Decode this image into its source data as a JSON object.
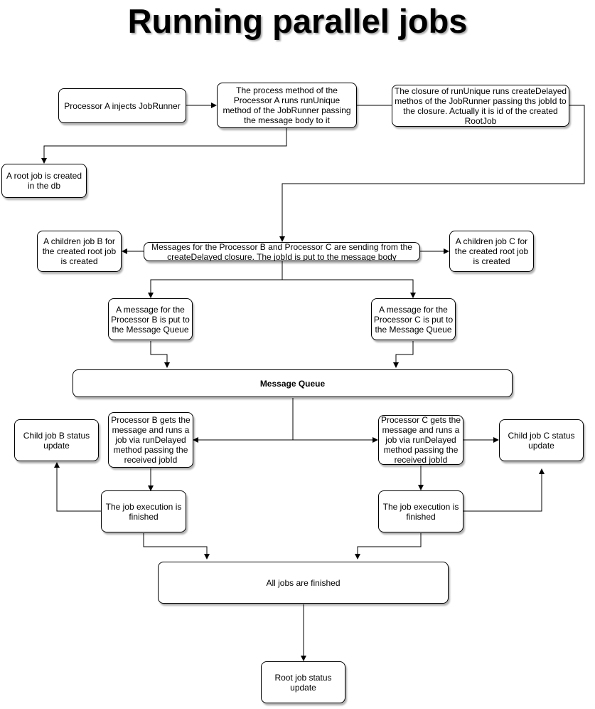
{
  "title": "Running parallel jobs",
  "nodes": {
    "processor_a": "Processor A injects JobRunner",
    "process_method": "The process method of the Processor A runs runUnique method of the JobRunner passing the  message body to it",
    "closure": "The closure of runUnique runs createDelayed methos of the JobRunner passing ths jobId to the closure. Actually it is id of the created RootJob",
    "root_job_created": "A root job is created in the db",
    "child_b_created": "A children job B for the created root job is created",
    "messages_sending": "Messages for the Processor B and Processor C are sending from the createDelayed closure. The jobId is put to the message body",
    "child_c_created": "A children job C for the created root job is created",
    "message_b": "A message for the Processor B is put to the Message Queue",
    "message_c": "A message for the Processor C is put to the Message Queue",
    "message_queue": "Message Queue",
    "child_b_status": "Child job B status update",
    "processor_b": "Processor B gets the message and runs a job via runDelayed method passing the received jobId",
    "processor_c": "Processor C gets the message and runs a job via runDelayed method passing the received jobId",
    "child_c_status": "Child job C status update",
    "job_b_finished": "The job execution is finished",
    "job_c_finished": "The job execution is finished",
    "all_finished": "All jobs are finished",
    "root_status": "Root job status update"
  }
}
